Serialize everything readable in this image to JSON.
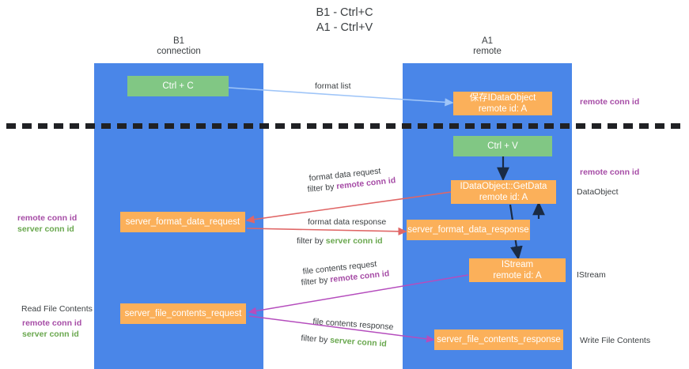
{
  "title": {
    "line1": "B1 - Ctrl+C",
    "line2": "A1 - Ctrl+V"
  },
  "lanes": [
    {
      "id": "b1",
      "name": "B1",
      "role": "connection",
      "color": "#4a86e8"
    },
    {
      "id": "a1",
      "name": "A1",
      "role": "remote",
      "color": "#4a86e8"
    }
  ],
  "nodes": {
    "ctrl_c": {
      "label": "Ctrl + C",
      "color": "#81c784"
    },
    "ctrl_v": {
      "label": "Ctrl + V",
      "color": "#81c784"
    },
    "save_idataobject": {
      "label": "保存IDataObject",
      "sub": "remote id: A",
      "color": "#fbb05a"
    },
    "getdata": {
      "label": "IDataObject::GetData",
      "sub": "remote id: A",
      "color": "#fbb05a"
    },
    "istream": {
      "label": "IStream",
      "sub": "remote id: A",
      "color": "#fbb05a"
    },
    "server_format_data_request": {
      "label": "server_format_data_request",
      "color": "#fbb05a"
    },
    "server_format_data_response": {
      "label": "server_format_data_response",
      "color": "#fbb05a"
    },
    "server_file_contents_request": {
      "label": "server_file_contents_request",
      "color": "#fbb05a"
    },
    "server_file_contents_response": {
      "label": "server_file_contents_response",
      "color": "#fbb05a"
    }
  },
  "mid_labels": {
    "format_list": "format list",
    "format_data_request": "format data request",
    "format_data_request_filter_prefix": "filter by ",
    "format_data_request_filter_key": "remote conn id",
    "format_data_response": "format data response",
    "format_data_response_filter_prefix": "filter by ",
    "format_data_response_filter_key": "server conn id",
    "file_contents_request": "file contents request",
    "file_contents_request_filter_prefix": "filter by ",
    "file_contents_request_filter_key": "remote conn id",
    "file_contents_response": "file contents response",
    "file_contents_response_filter_prefix": "filter by ",
    "file_contents_response_filter_key": "server conn id"
  },
  "right_annotations": {
    "remote_conn_id_top": "remote conn id",
    "remote_conn_id_mid": "remote conn id",
    "dataobject": "DataObject",
    "istream": "IStream",
    "write_file_contents": "Write File Contents"
  },
  "left_annotations": {
    "remote_conn_id_upper": "remote conn id",
    "server_conn_id_upper": "server conn id",
    "read_file_contents": "Read File Contents",
    "remote_conn_id_lower": "remote conn id",
    "server_conn_id_lower": "server conn id"
  },
  "colors": {
    "lane": "#4a86e8",
    "green_node": "#81c784",
    "orange_node": "#fbb05a",
    "purple_key": "#a64ca6",
    "green_key": "#6aa84f",
    "arrow_blue": "#9fc5f8",
    "arrow_red": "#e06666",
    "arrow_magenta": "#b54dbd",
    "arrow_dark": "#1a2b44",
    "divider": "#202124"
  }
}
